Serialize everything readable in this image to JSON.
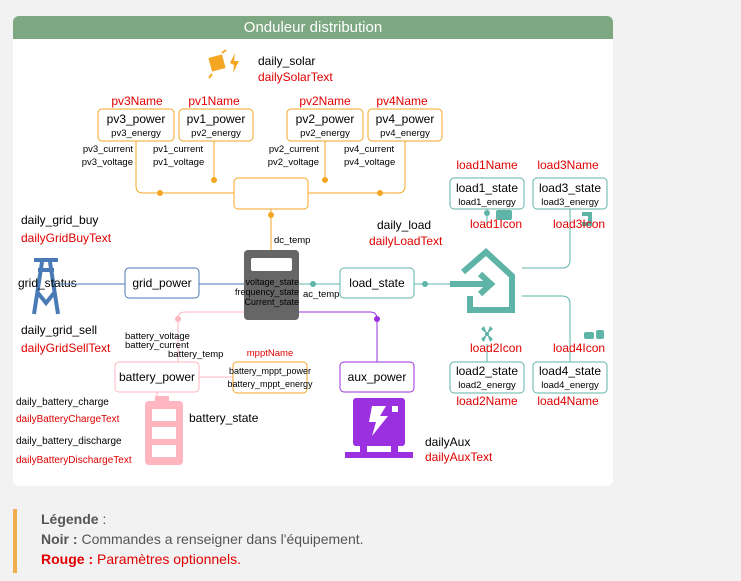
{
  "card": {
    "title": "Onduleur distribution"
  },
  "solar": {
    "label": "daily_solar",
    "text": "dailySolarText"
  },
  "pv": [
    {
      "name": "pv3Name",
      "power": "pv3_power",
      "energy": "pv3_energy",
      "current": "pv3_current",
      "voltage": "pv3_voltage"
    },
    {
      "name": "pv1Name",
      "power": "pv1_power",
      "energy": "pv2_energy",
      "current": "pv1_current",
      "voltage": "pv1_voltage"
    },
    {
      "name": "pv2Name",
      "power": "pv2_power",
      "energy": "pv2_energy",
      "current": "pv2_current",
      "voltage": "pv2_voltage"
    },
    {
      "name": "pv4Name",
      "power": "pv4_power",
      "energy": "pv4_energy",
      "current": "pv4_current",
      "voltage": "pv4_voltage"
    }
  ],
  "grid": {
    "buy_label": "daily_grid_buy",
    "buy_text": "dailyGridBuyText",
    "status": "grid_status",
    "power": "grid_power",
    "sell_label": "daily_grid_sell",
    "sell_text": "dailyGridSellText"
  },
  "inverter": {
    "dc_temp": "dc_temp",
    "voltage_state": "voltage_state",
    "frequency_state": "frequency_state",
    "current_state": "Current_state",
    "ac_temp": "ac_temp"
  },
  "load": {
    "daily_label": "daily_load",
    "daily_text": "dailyLoadText",
    "state": "load_state",
    "loads": [
      {
        "name": "load1Name",
        "state": "load1_state",
        "energy": "load1_energy",
        "icon": "load1Icon"
      },
      {
        "name": "load3Name",
        "state": "load3_state",
        "energy": "load3_energy",
        "icon": "load3Icon"
      },
      {
        "name": "load2Name",
        "state": "load2_state",
        "energy": "load2_energy",
        "icon": "load2Icon"
      },
      {
        "name": "load4Name",
        "state": "load4_state",
        "energy": "load4_energy",
        "icon": "load4Icon"
      }
    ]
  },
  "battery": {
    "voltage": "battery_voltage",
    "current": "battery_current",
    "temp": "battery_temp",
    "power": "battery_power",
    "state": "battery_state",
    "charge_label": "daily_battery_charge",
    "charge_text": "dailyBatteryChargeText",
    "discharge_label": "daily_battery_discharge",
    "discharge_text": "dailyBatteryDischargeText"
  },
  "mppt": {
    "name": "mpptName",
    "power": "battery_mppt_power",
    "energy": "battery_mppt_energy"
  },
  "aux": {
    "power": "aux_power",
    "daily_label": "dailyAux",
    "daily_text": "dailyAuxText"
  },
  "legend": {
    "title": "Légende",
    "black_key": "Noir :",
    "black_text": "Commandes a renseigner dans l'équipement.",
    "red_key": "Rouge :",
    "red_text": "Paramètres optionnels."
  },
  "colors": {
    "header": "#7da882",
    "solar": "#f5a623",
    "grid": "#4a7ab5",
    "load": "#5fb4a8",
    "battery": "#ffb6c1",
    "aux": "#9b30e0",
    "inverter": "#666666",
    "optional": "#e00000",
    "legend_bar": "#f0ad4e"
  }
}
